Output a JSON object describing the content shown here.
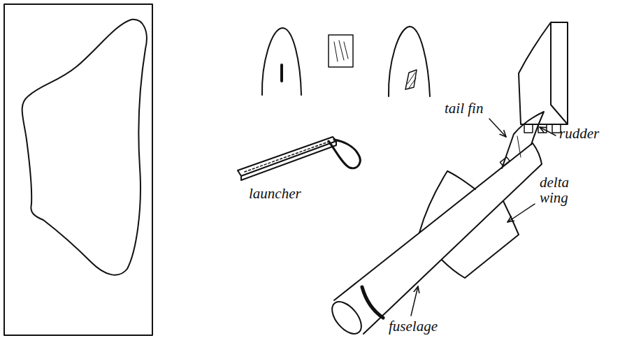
{
  "diagram": {
    "labels": [
      "tail fin",
      "rudder",
      "launcher",
      "delta wing",
      "fuselage"
    ]
  }
}
